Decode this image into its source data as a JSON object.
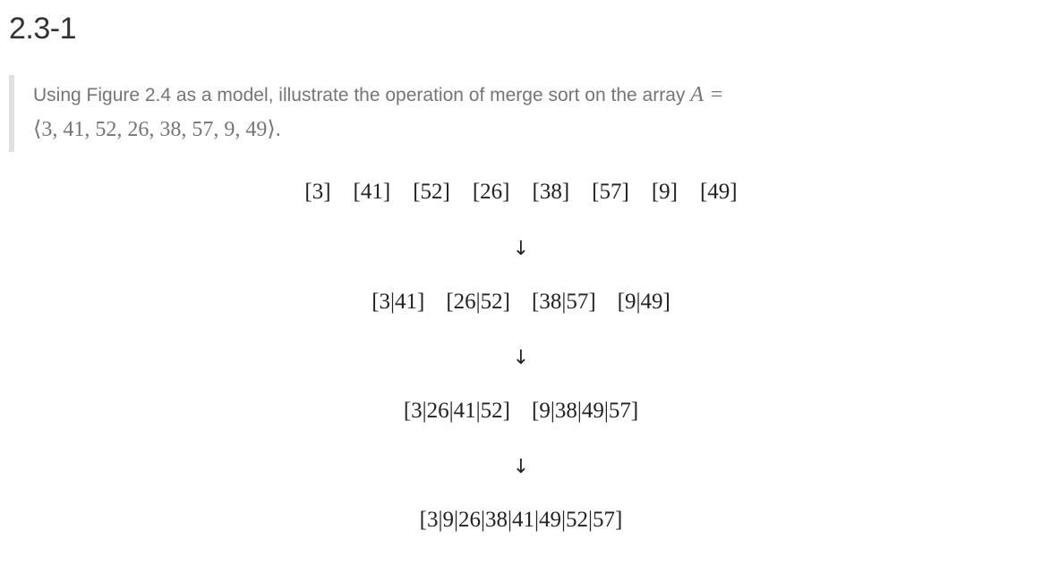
{
  "exercise": {
    "title": "2.3-1",
    "statement_text": "Using Figure 2.4 as a model, illustrate the operation of merge sort on the array",
    "math_var": "A",
    "math_eq": "=",
    "array_tuple": "⟨3, 41, 52, 26, 38, 57, 9, 49⟩",
    "period": "."
  },
  "diagram": {
    "rows": [
      {
        "groups": [
          "[3]",
          "[41]",
          "[52]",
          "[26]",
          "[38]",
          "[57]",
          "[9]",
          "[49]"
        ]
      },
      {
        "groups": [
          "[3|41]",
          "[26|52]",
          "[38|57]",
          "[9|49]"
        ]
      },
      {
        "groups": [
          "[3|26|41|52]",
          "[9|38|49|57]"
        ]
      },
      {
        "groups": [
          "[3|9|26|38|41|49|52|57]"
        ]
      }
    ],
    "arrow": "↓"
  }
}
